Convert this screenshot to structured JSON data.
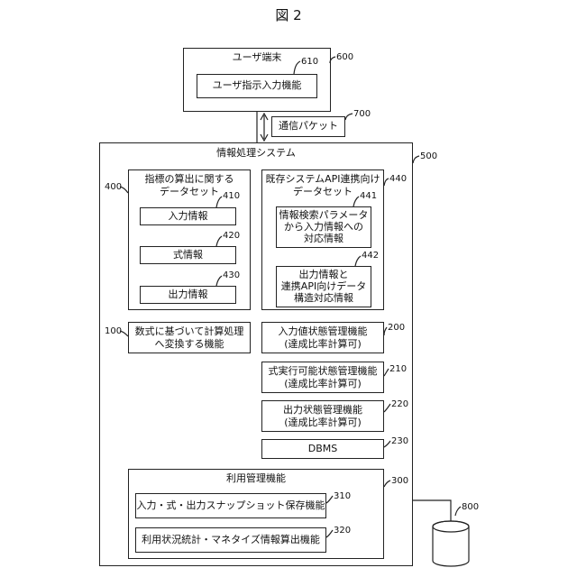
{
  "figure_title": "図 2",
  "user_terminal": {
    "label": "ユーザ端末",
    "ref": "600"
  },
  "user_input_function": {
    "label": "ユーザ指示入力機能",
    "ref": "610"
  },
  "packet": {
    "label": "通信パケット",
    "ref": "700"
  },
  "system": {
    "label": "情報処理システム",
    "ref": "500"
  },
  "dataset_400": {
    "title_line1": "指標の算出に関する",
    "title_line2": "データセット",
    "ref": "400",
    "items": [
      {
        "label": "入力情報",
        "ref": "410"
      },
      {
        "label": "式情報",
        "ref": "420"
      },
      {
        "label": "出力情報",
        "ref": "430"
      }
    ]
  },
  "dataset_440": {
    "title_line1": "既存システムAPI連携向け",
    "title_line2": "データセット",
    "ref": "440",
    "item_441": {
      "line1": "情報検索パラメータ",
      "line2": "から入力情報への",
      "line3": "対応情報",
      "ref": "441"
    },
    "item_442": {
      "line1": "出力情報と",
      "line2": "連携API向けデータ",
      "line3": "構造対応情報",
      "ref": "442"
    }
  },
  "func_100": {
    "line1": "数式に基づいて計算処理",
    "line2": "へ変換する機能",
    "ref": "100"
  },
  "func_200": {
    "line1": "入力値状態管理機能",
    "line2": "(達成比率計算可)",
    "ref": "200"
  },
  "func_210": {
    "line1": "式実行可能状態管理機能",
    "line2": "(達成比率計算可)",
    "ref": "210"
  },
  "func_220": {
    "line1": "出力状態管理機能",
    "line2": "(達成比率計算可)",
    "ref": "220"
  },
  "dbms": {
    "label": "DBMS",
    "ref": "230"
  },
  "usage_300": {
    "title": "利用管理機能",
    "ref": "300",
    "item_310": {
      "label": "入力・式・出力スナップショット保存機能",
      "ref": "310"
    },
    "item_320": {
      "label": "利用状況統計・マネタイズ情報算出機能",
      "ref": "320"
    }
  },
  "storage": {
    "ref": "800"
  }
}
